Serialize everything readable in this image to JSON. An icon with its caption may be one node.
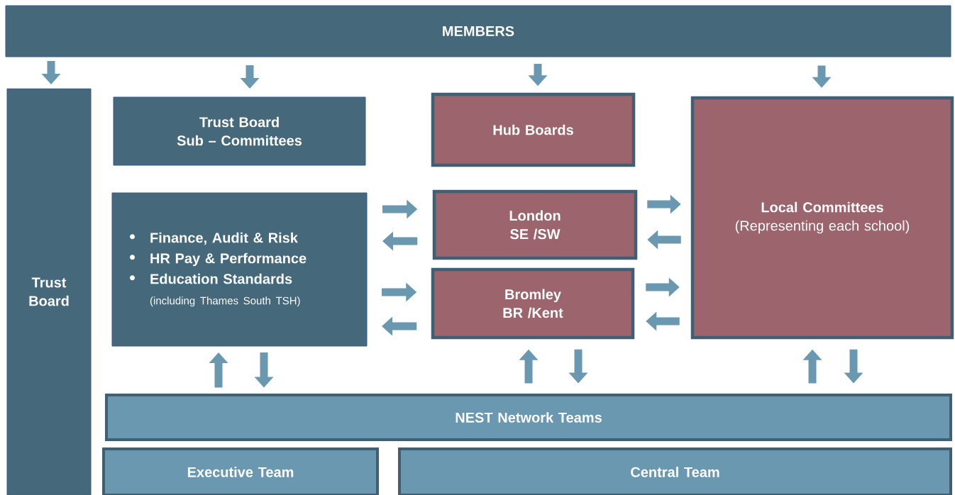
{
  "diagram": {
    "nodes": [
      {
        "text": [
          "MEMBERS"
        ]
      },
      {
        "text": [
          "Trust Board"
        ]
      },
      {
        "text": [
          "Trust Board",
          "Sub – Committees"
        ]
      },
      {
        "text": [
          "Hub Boards"
        ]
      },
      {
        "text": [
          "Local Committees",
          "(Representing each school)"
        ]
      },
      {
        "text": [
          "Finance, Audit & Risk",
          "HR Pay & Performance",
          "Education Standards",
          "(including Thames South TSH)"
        ]
      },
      {
        "text": [
          "London",
          "SE /SW"
        ]
      },
      {
        "text": [
          "Bromley",
          "BR /Kent"
        ]
      },
      {
        "text": [
          "NEST Network Teams"
        ]
      },
      {
        "text": [
          "Executive Team"
        ]
      },
      {
        "text": [
          "Central Team"
        ]
      }
    ],
    "edges": [
      {
        "from": 0,
        "to": 1,
        "arrow": "to"
      },
      {
        "from": 0,
        "to": 2,
        "arrow": "to"
      },
      {
        "from": 0,
        "to": 3,
        "arrow": "to"
      },
      {
        "from": 0,
        "to": 4,
        "arrow": "to"
      },
      {
        "from": 5,
        "to": 6,
        "arrow": "to"
      },
      {
        "from": 6,
        "to": 5,
        "arrow": "to"
      },
      {
        "from": 5,
        "to": 7,
        "arrow": "to"
      },
      {
        "from": 7,
        "to": 5,
        "arrow": "to"
      },
      {
        "from": 6,
        "to": 4,
        "arrow": "to"
      },
      {
        "from": 4,
        "to": 6,
        "arrow": "to"
      },
      {
        "from": 7,
        "to": 4,
        "arrow": "to"
      },
      {
        "from": 4,
        "to": 7,
        "arrow": "to"
      },
      {
        "from": 8,
        "to": 5,
        "arrow": "to"
      },
      {
        "from": 5,
        "to": 8,
        "arrow": "to"
      },
      {
        "from": 8,
        "to": 7,
        "arrow": "to"
      },
      {
        "from": 7,
        "to": 8,
        "arrow": "to"
      },
      {
        "from": 8,
        "to": 4,
        "arrow": "to"
      },
      {
        "from": 4,
        "to": 8,
        "arrow": "to"
      }
    ]
  }
}
